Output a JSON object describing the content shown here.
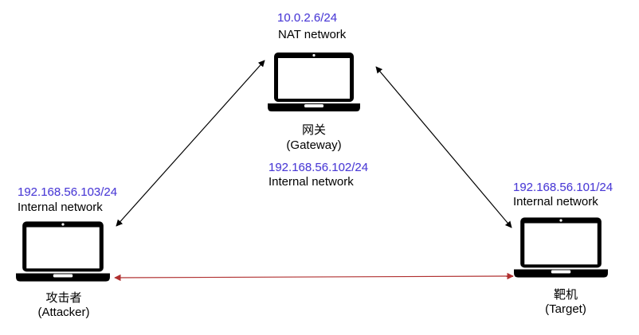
{
  "colors": {
    "ip_text": "#4b3bd6",
    "label_text": "#000000",
    "link_black": "#000000",
    "link_red": "#b03030"
  },
  "nodes": {
    "gateway": {
      "ip": "10.0.2.6/24",
      "network": "NAT network",
      "name_cn": "网关",
      "name_en": "(Gateway)",
      "internal_ip": "192.168.56.102/24",
      "internal_network": "Internal network",
      "icon": "laptop-icon"
    },
    "attacker": {
      "ip": "192.168.56.103/24",
      "network": "Internal network",
      "name_cn": "攻击者",
      "name_en": "(Attacker)",
      "icon": "laptop-icon"
    },
    "target": {
      "ip": "192.168.56.101/24",
      "network": "Internal network",
      "name_cn": "靶机",
      "name_en": "(Target)",
      "icon": "laptop-icon"
    }
  },
  "links": [
    {
      "from": "attacker",
      "to": "gateway",
      "color": "#000000"
    },
    {
      "from": "gateway",
      "to": "target",
      "color": "#000000"
    },
    {
      "from": "attacker",
      "to": "target",
      "color": "#b03030"
    }
  ]
}
